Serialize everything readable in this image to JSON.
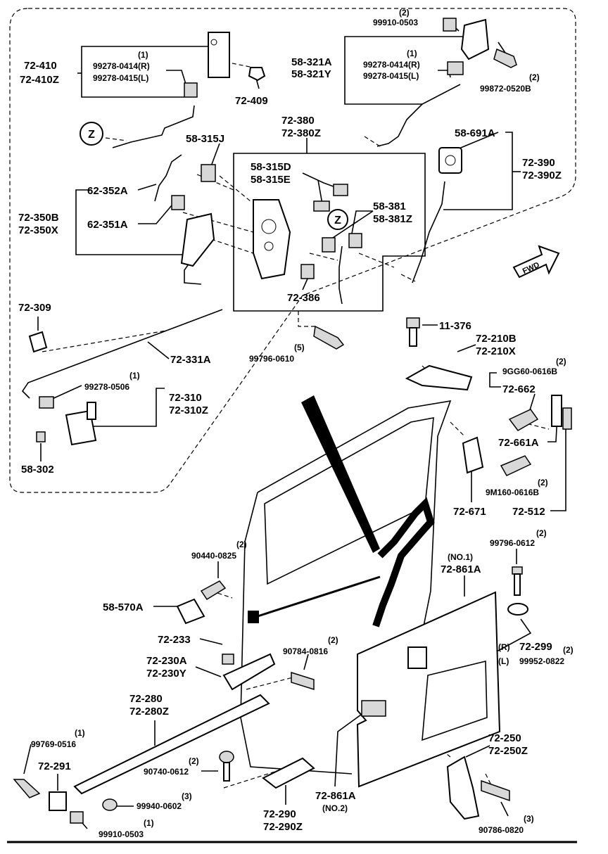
{
  "labels": {
    "l_99910_0503_top_qty": "(2)",
    "l_99910_0503_top": "99910-0503",
    "l_72_410": "72-410",
    "l_72_410z": "72-410Z",
    "l_9927x_a_qty": "(1)",
    "l_99278_0414_a": "99278-0414(R)",
    "l_99278_0415_a": "99278-0415(L)",
    "l_72_409": "72-409",
    "l_58_321a": "58-321A",
    "l_58_321y": "58-321Y",
    "l_9927x_b_qty": "(1)",
    "l_99278_0414_b": "99278-0414(R)",
    "l_99278_0415_b": "99278-0415(L)",
    "l_99872_qty": "(2)",
    "l_99872_0520b": "99872-0520B",
    "l_72_380": "72-380",
    "l_72_380z": "72-380Z",
    "l_58_315j": "58-315J",
    "l_58_691a": "58-691A",
    "l_72_390": "72-390",
    "l_72_390z": "72-390Z",
    "l_58_315d": "58-315D",
    "l_58_315e": "58-315E",
    "l_62_352a": "62-352A",
    "l_72_350b": "72-350B",
    "l_72_350x": "72-350X",
    "l_62_351a": "62-351A",
    "l_58_381": "58-381",
    "l_58_381z": "58-381Z",
    "l_72_386": "72-386",
    "l_72_309": "72-309",
    "l_72_331a": "72-331A",
    "l_99796_0610_qty": "(5)",
    "l_99796_0610": "99796-0610",
    "l_11_376": "11-376",
    "l_72_210b": "72-210B",
    "l_72_210x": "72-210X",
    "l_9gg_qty": "(2)",
    "l_9gg60_0616b": "9GG60-0616B",
    "l_72_662": "72-662",
    "l_99278_0506_qty": "(1)",
    "l_99278_0506": "99278-0506",
    "l_72_310": "72-310",
    "l_72_310z": "72-310Z",
    "l_72_661a": "72-661A",
    "l_9m_qty": "(2)",
    "l_9m160_0616b": "9M160-0616B",
    "l_58_302": "58-302",
    "l_72_671": "72-671",
    "l_72_512": "72-512",
    "l_90440_qty": "(2)",
    "l_90440_0825": "90440-0825",
    "l_99796_0612_qty": "(2)",
    "l_99796_0612": "99796-0612",
    "l_no1": "(NO.1)",
    "l_72_861a_top": "72-861A",
    "l_58_570a": "58-570A",
    "l_72_233": "72-233",
    "l_90784_qty": "(2)",
    "l_90784_0816": "90784-0816",
    "l_r": "(R)",
    "l_72_299": "72-299",
    "l_72_299_qty": "(2)",
    "l_l": "(L)",
    "l_99952_0822": "99952-0822",
    "l_72_230a": "72-230A",
    "l_72_230y": "72-230Y",
    "l_72_280": "72-280",
    "l_72_280z": "72-280Z",
    "l_72_250": "72-250",
    "l_72_250z": "72-250Z",
    "l_99769_qty": "(1)",
    "l_99769_0516": "99769-0516",
    "l_72_291": "72-291",
    "l_90740_qty": "(2)",
    "l_90740_0612": "90740-0612",
    "l_99940_qty": "(3)",
    "l_99940_0602": "99940-0602",
    "l_72_861a_bot": "72-861A",
    "l_no2": "(NO.2)",
    "l_72_290": "72-290",
    "l_72_290z": "72-290Z",
    "l_99910_0503_bot_qty": "(1)",
    "l_99910_0503_bot": "99910-0503",
    "l_90786_qty": "(3)",
    "l_90786_0820": "90786-0820",
    "l_z1": "Z",
    "l_z2": "Z",
    "l_fwd": "FWD"
  }
}
